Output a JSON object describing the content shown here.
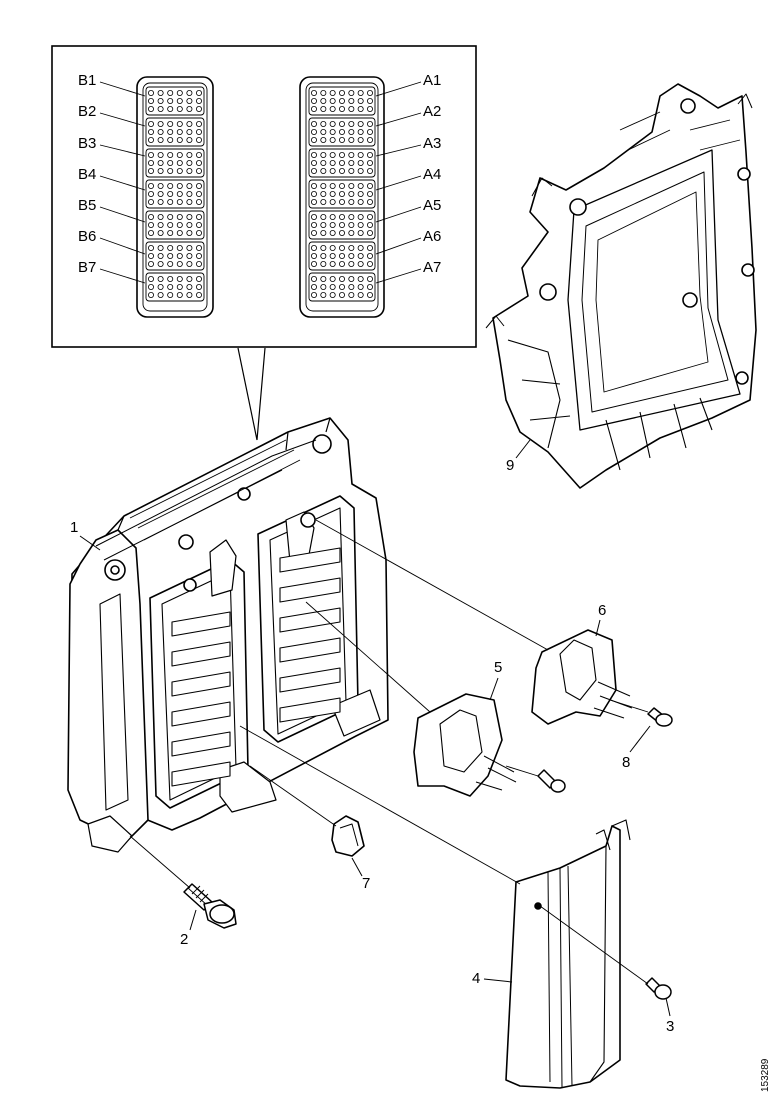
{
  "connector_labels": {
    "left": [
      "B1",
      "B2",
      "B3",
      "B4",
      "B5",
      "B6",
      "B7"
    ],
    "right": [
      "A1",
      "A2",
      "A3",
      "A4",
      "A5",
      "A6",
      "A7"
    ]
  },
  "part_labels": {
    "p1": "1",
    "p2": "2",
    "p3": "3",
    "p4": "4",
    "p5": "5",
    "p6": "6",
    "p7": "7",
    "p8": "8",
    "p9": "9"
  },
  "document_id": "153289"
}
